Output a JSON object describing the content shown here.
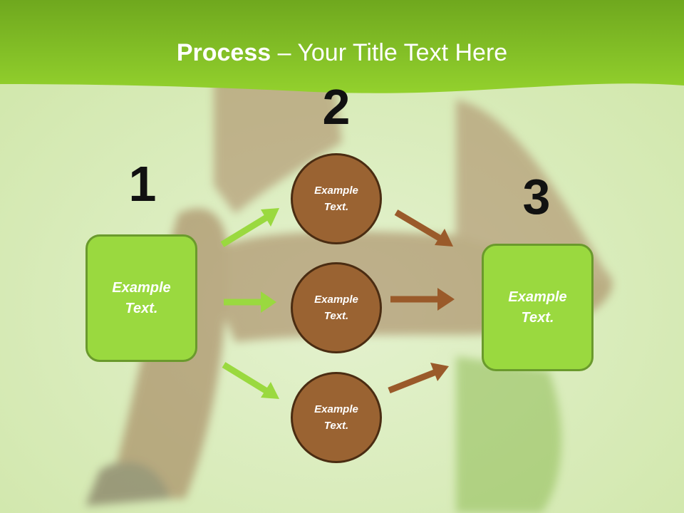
{
  "title": {
    "bold": "Process",
    "rest": " – Your Title Text Here"
  },
  "steps": {
    "one": "1",
    "two": "2",
    "three": "3"
  },
  "start_box": {
    "line1": "Example",
    "line2": "Text."
  },
  "circles": [
    {
      "line1": "Example",
      "line2": "Text."
    },
    {
      "line1": "Example",
      "line2": "Text."
    },
    {
      "line1": "Example",
      "line2": "Text."
    }
  ],
  "end_box": {
    "line1": "Example",
    "line2": "Text."
  },
  "colors": {
    "header_green": "#8cc932",
    "box_green": "#9ad93f",
    "box_border": "#6a9a2c",
    "circle_brown": "#9a6332",
    "circle_border": "#4a2c12",
    "arrow_green": "#9ad93f",
    "arrow_brown": "#9a5a2a"
  }
}
